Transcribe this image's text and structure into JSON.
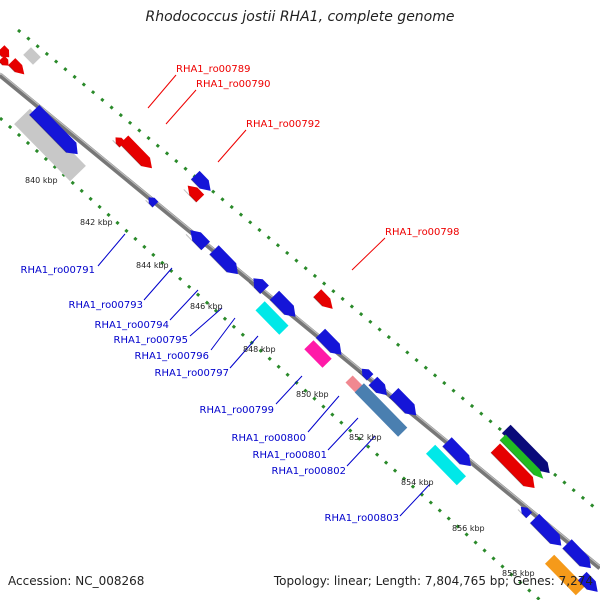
{
  "title": "Rhodococcus jostii RHA1, complete genome",
  "footer": {
    "accession": "Accession: NC_008268",
    "summary": "Topology: linear; Length: 7,804,765 bp; Genes: 7,274"
  },
  "colors": {
    "forward_label": "#ee0000",
    "reverse_label": "#0000cc",
    "forward_gene": "#e60000",
    "reverse_gene": "#1515d8",
    "backbone": "#777777",
    "dotted_track": "#2a8a2a"
  },
  "ticks": [
    "840 kbp",
    "842 kbp",
    "844 kbp",
    "846 kbp",
    "848 kbp",
    "850 kbp",
    "852 kbp",
    "854 kbp",
    "856 kbp",
    "858 kbp"
  ],
  "forward_labels": [
    "RHA1_ro00789",
    "RHA1_ro00790",
    "RHA1_ro00792",
    "RHA1_ro00798"
  ],
  "reverse_labels": [
    "RHA1_ro00791",
    "RHA1_ro00793",
    "RHA1_ro00794",
    "RHA1_ro00795",
    "RHA1_ro00796",
    "RHA1_ro00797",
    "RHA1_ro00799",
    "RHA1_ro00800",
    "RHA1_ro00801",
    "RHA1_ro00802",
    "RHA1_ro00803"
  ],
  "feature_colors": {
    "pseudo_gray": "#c8c8c8",
    "cyan": "#00e8e8",
    "magenta": "#ff1aa8",
    "pink": "#f08890",
    "steel": "#4a7fb0",
    "navy": "#0a0a7a",
    "green": "#22bb22",
    "orange": "#f59a1a"
  }
}
